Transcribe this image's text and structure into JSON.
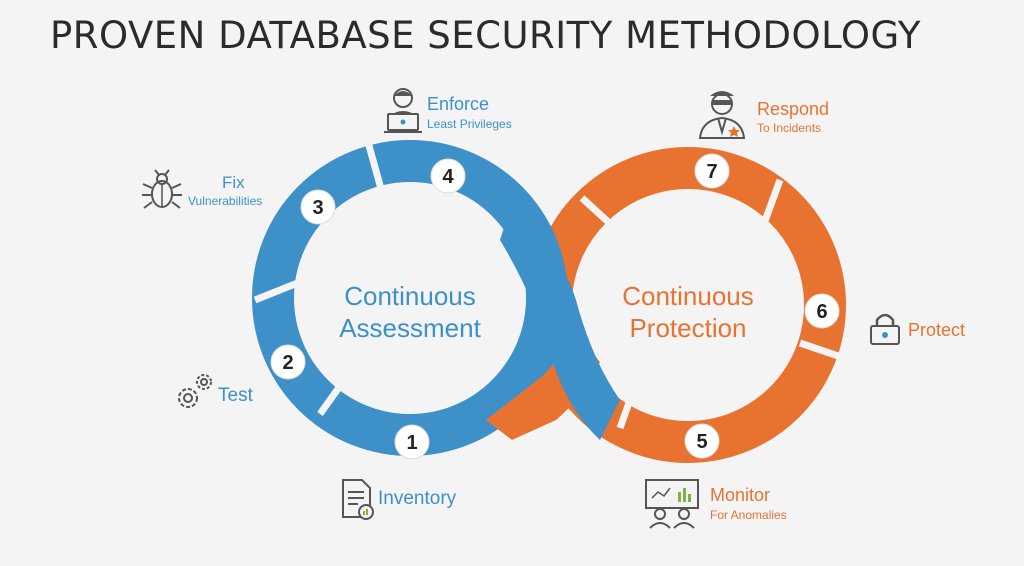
{
  "title": "PROVEN DATABASE SECURITY METHODOLOGY",
  "colors": {
    "blue": "#3d90c8",
    "orange": "#e87330",
    "icon": "#555555"
  },
  "assessment": {
    "line1": "Continuous",
    "line2": "Assessment"
  },
  "protection": {
    "line1": "Continuous",
    "line2": "Protection"
  },
  "steps": [
    {
      "number": "1",
      "label": "Inventory",
      "sublabel": "",
      "icon": "document-chart-icon"
    },
    {
      "number": "2",
      "label": "Test",
      "sublabel": "",
      "icon": "gears-icon"
    },
    {
      "number": "3",
      "label": "Fix",
      "sublabel": "Vulnerabilities",
      "icon": "bug-icon"
    },
    {
      "number": "4",
      "label": "Enforce",
      "sublabel": "Least Privileges",
      "icon": "user-laptop-icon"
    },
    {
      "number": "5",
      "label": "Monitor",
      "sublabel": "For Anomalies",
      "icon": "monitor-people-icon"
    },
    {
      "number": "6",
      "label": "Protect",
      "sublabel": "",
      "icon": "padlock-icon"
    },
    {
      "number": "7",
      "label": "Respond",
      "sublabel": "To Incidents",
      "icon": "agent-icon"
    }
  ]
}
